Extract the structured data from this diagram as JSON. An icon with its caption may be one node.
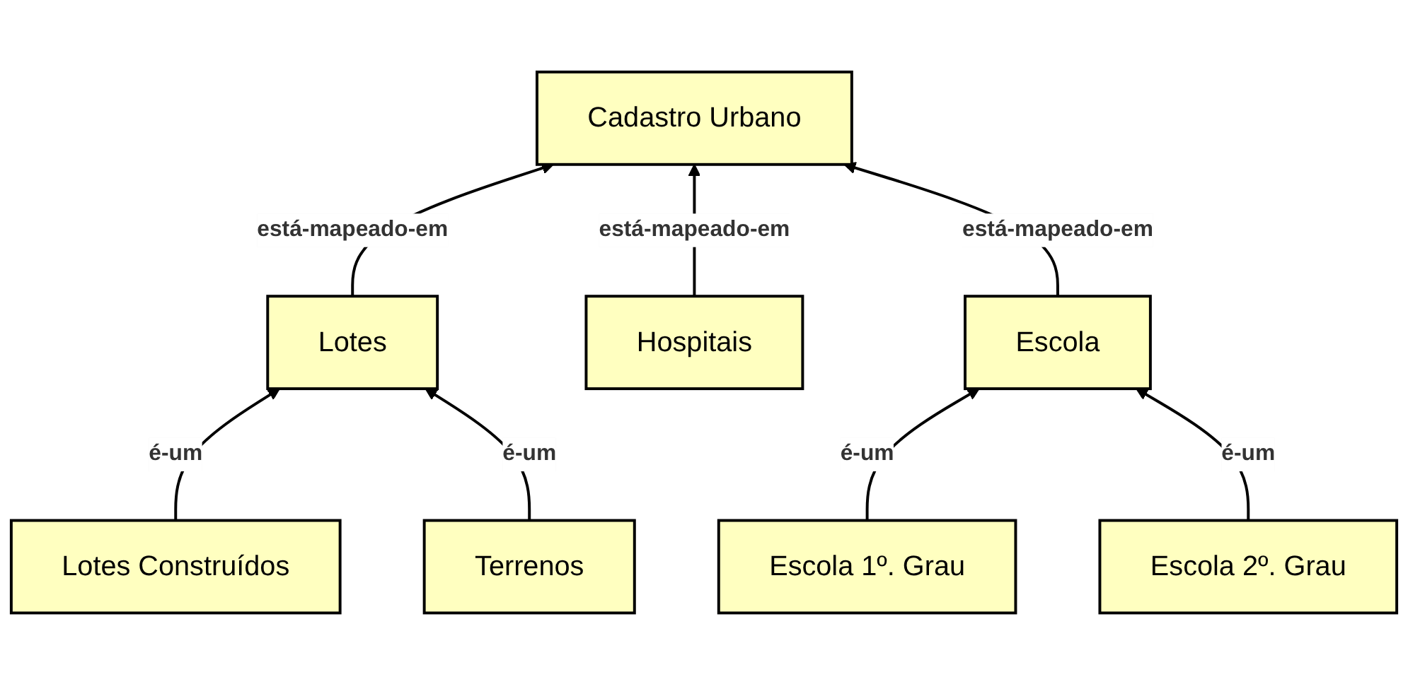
{
  "diagram": {
    "nodes": [
      {
        "text": [
          "Cadastro Urbano"
        ]
      },
      {
        "text": [
          "Lotes"
        ]
      },
      {
        "text": [
          "Hospitais"
        ]
      },
      {
        "text": [
          "Escola"
        ]
      },
      {
        "text": [
          "Lotes Construídos"
        ]
      },
      {
        "text": [
          "Terrenos"
        ]
      },
      {
        "text": [
          "Escola 1º. Grau"
        ]
      },
      {
        "text": [
          "Escola 2º. Grau"
        ]
      }
    ],
    "edges": [
      {
        "from": 1,
        "to": 0,
        "arrow": "to",
        "label": "está-mapeado-em"
      },
      {
        "from": 2,
        "to": 0,
        "arrow": "to",
        "label": "está-mapeado-em"
      },
      {
        "from": 3,
        "to": 0,
        "arrow": "to",
        "label": "está-mapeado-em"
      },
      {
        "from": 4,
        "to": 1,
        "arrow": "to",
        "label": "é-um"
      },
      {
        "from": 5,
        "to": 1,
        "arrow": "to",
        "label": "é-um"
      },
      {
        "from": 6,
        "to": 3,
        "arrow": "to",
        "label": "é-um"
      },
      {
        "from": 7,
        "to": 3,
        "arrow": "to",
        "label": "é-um"
      }
    ]
  }
}
